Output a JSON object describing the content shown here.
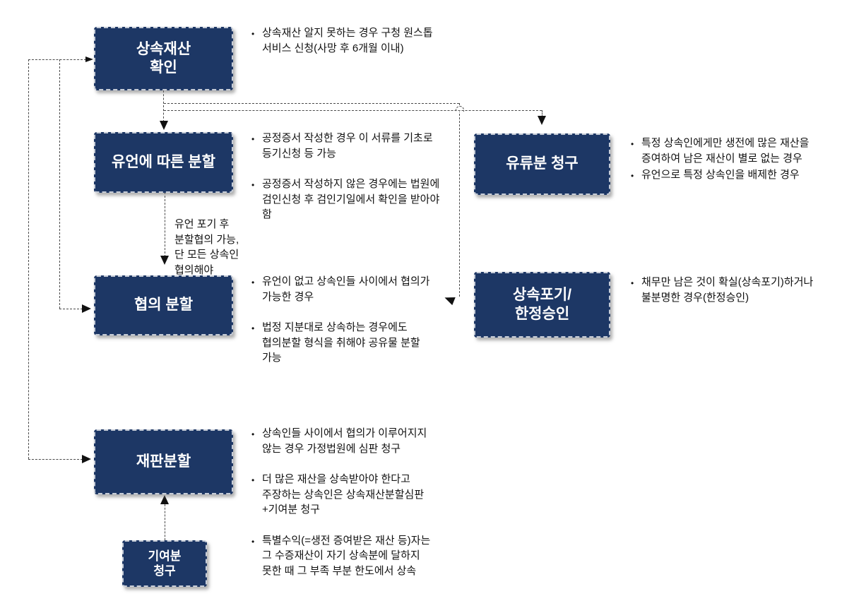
{
  "colors": {
    "node_fill": "#1d3765",
    "node_border": "#c7cdd8",
    "node_text": "#ffffff",
    "note_text": "#111111",
    "connector": "#4a4a4a"
  },
  "nodes": [
    {
      "id": "inheritance-check",
      "label": "상속재산\n확인",
      "notes": [
        "상속재산 알지 못하는 경우 구청 원스톱 서비스 신청(사망 후 6개월 이내)"
      ]
    },
    {
      "id": "division-by-will",
      "label": "유언에 따른 분할",
      "notes": [
        "공정증서 작성한 경우 이 서류를 기초로 등기신청 등 가능",
        "공정증서 작성하지 않은 경우에는 법원에 검인신청 후 검인기일에서 확인을 받아야 함"
      ]
    },
    {
      "id": "legal-reserve-claim",
      "label": "유류분 청구",
      "notes": [
        "특정 상속인에게만 생전에 많은 재산을 증여하여 남은 재산이 별로 없는 경우",
        "유언으로 특정 상속인을 배제한 경우"
      ]
    },
    {
      "id": "division-by-agreement",
      "label": "협의 분할",
      "notes": [
        "유언이 없고 상속인들 사이에서 협의가 가능한 경우",
        "법정 지분대로 상속하는 경우에도 협의분할 형식을 취해야 공유물 분할 가능"
      ]
    },
    {
      "id": "renunciation-limited-acceptance",
      "label": "상속포기/\n한정승인",
      "notes": [
        "채무만 남은 것이 확실(상속포기)하거나 불분명한 경우(한정승인)"
      ]
    },
    {
      "id": "division-by-trial",
      "label": "재판분할",
      "notes": [
        "상속인들 사이에서 협의가 이루어지지 않는 경우 가정법원에 심판 청구",
        "더 많은 재산을 상속받아야 한다고 주장하는 상속인은 상속재산분할심판+기여분 청구",
        "특별수익(=생전 증여받은 재산 등)자는 그 수증재산이 자기 상속분에 달하지 못한 때 그 부족 부분 한도에서 상속"
      ]
    },
    {
      "id": "contribution-claim",
      "label": "기여분\n청구",
      "notes": []
    }
  ],
  "edge_labels": {
    "will_to_agreement": [
      "유언 포기 후",
      "분할협의 가능,",
      "단 모든 상속인",
      "협의해야"
    ]
  },
  "edges": [
    {
      "from": "inheritance-check",
      "to": "division-by-will"
    },
    {
      "from": "inheritance-check",
      "to": "legal-reserve-claim"
    },
    {
      "from": "inheritance-check",
      "to": "renunciation-limited-acceptance"
    },
    {
      "from": "inheritance-check",
      "to": "division-by-agreement"
    },
    {
      "from": "inheritance-check",
      "to": "division-by-trial"
    },
    {
      "from": "division-by-will",
      "to": "division-by-agreement",
      "label": "유언 포기 후 분할협의 가능, 단 모든 상속인 협의해야"
    },
    {
      "from": "contribution-claim",
      "to": "division-by-trial"
    }
  ]
}
